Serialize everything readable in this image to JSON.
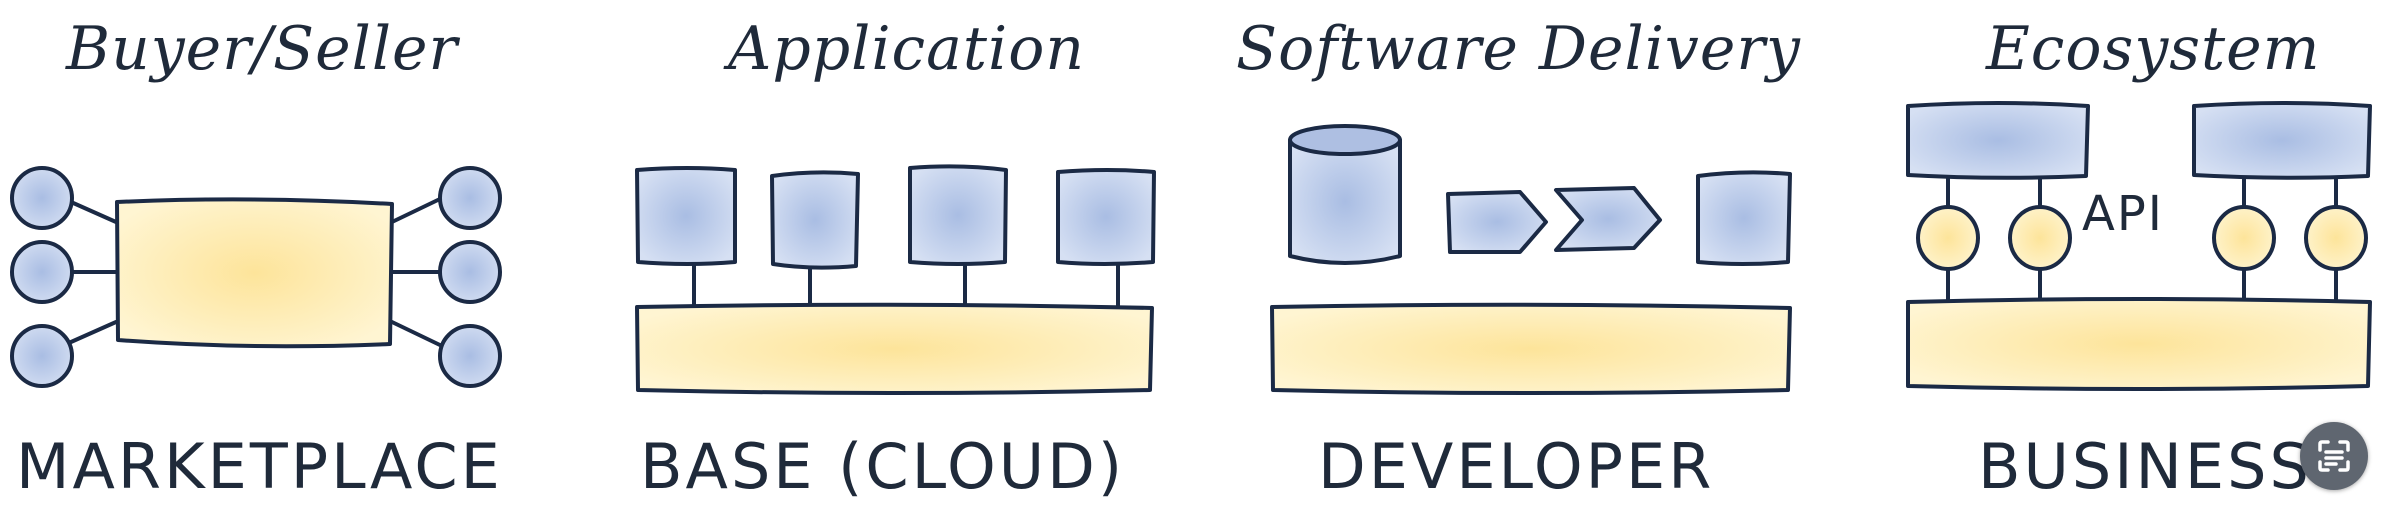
{
  "titles": {
    "marketplace": "Buyer/Seller",
    "base": "Application",
    "developer": "Software Delivery",
    "business": "Ecosystem"
  },
  "captions": {
    "marketplace": "MARKETPLACE",
    "base": "BASE (CLOUD)",
    "developer": "DEVELOPER",
    "business": "BUSINESS"
  },
  "labels": {
    "api": "API"
  },
  "colors": {
    "outline": "#1b2a45",
    "blue_fill": "#c9d6ee",
    "blue_center": "#a9bde3",
    "yellow_fill": "#fff3c7",
    "yellow_center": "#fde49a",
    "text": "#1f2a3a"
  },
  "overlay": {
    "icon": "text-scan-icon"
  }
}
